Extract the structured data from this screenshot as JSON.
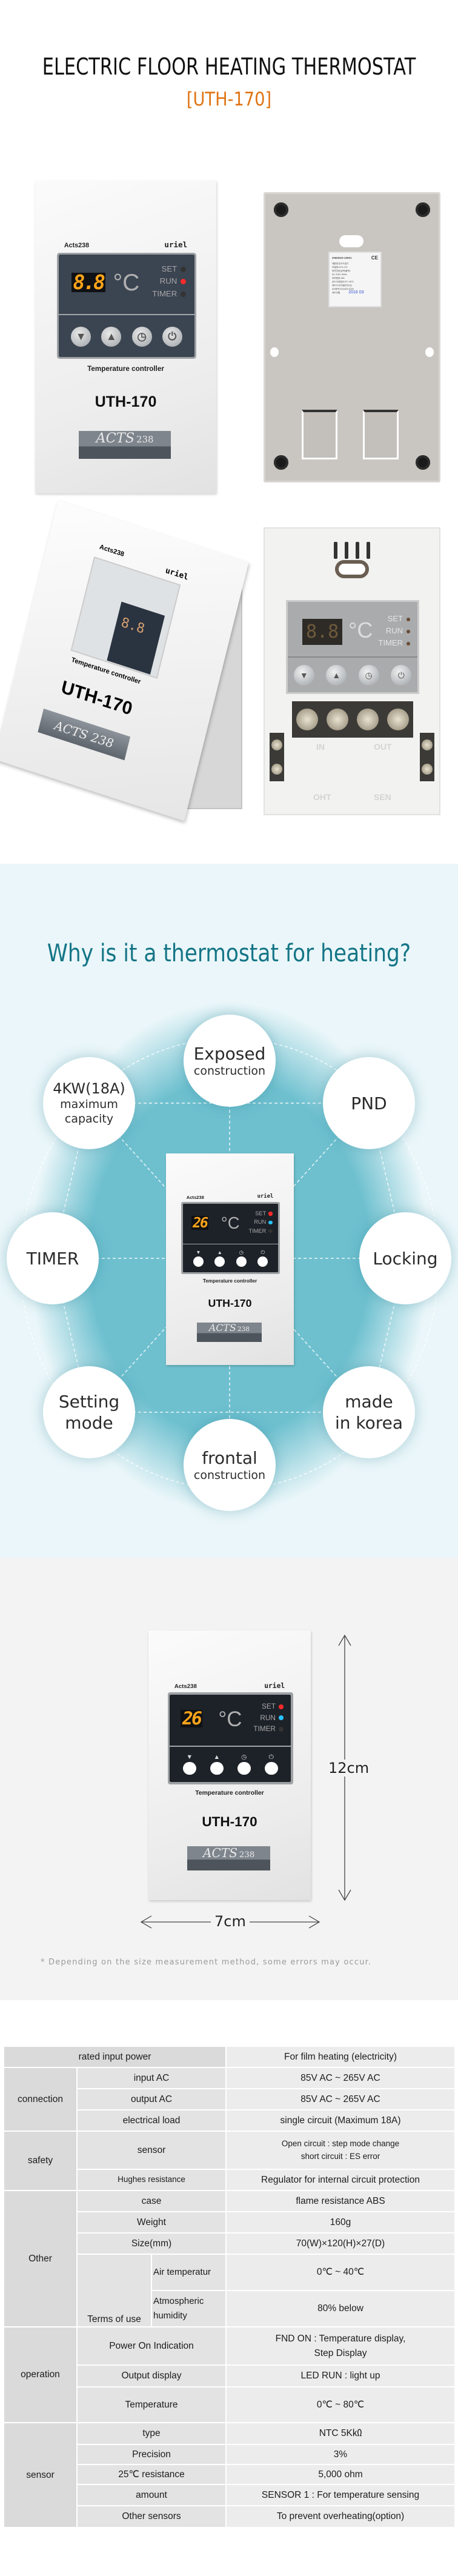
{
  "header": {
    "title": "ELECTRIC FLOOR HEATING THERMOSTAT",
    "subtitle": "[UTH-170]"
  },
  "device": {
    "brand": "Acts238",
    "logo": "uriel",
    "temp_reading": "26",
    "photo_reading": "8.8",
    "unit": "°C",
    "led_set": "SET",
    "led_run": "RUN",
    "led_timer": "TIMER",
    "caption": "Temperature controller",
    "model": "UTH-170",
    "badge_text": "ACTS",
    "badge_num": "238"
  },
  "back_sticker": {
    "code": "ZH02010-10001",
    "mark": "CE",
    "lines": [
      "제품명:온도조절기",
      "모델명:UTH-170",
      "정격전압(입력/출력):",
      "AC 220V~60Hz",
      "부하용량:18A",
      "온도조절범위:0℃~80℃",
      "제조자:우리엘전자(주)",
      "A/S문의:031)922-9229"
    ],
    "date_label": "제조년월",
    "date": "2016 03"
  },
  "module_labels": {
    "in": "IN",
    "out": "OUT",
    "oht": "OHT",
    "sen": "SEN"
  },
  "features": {
    "title": "Why is it a thermostat for heating?",
    "items": [
      {
        "l1": "Exposed",
        "l2": "construction"
      },
      {
        "l1": "4KW(18A)",
        "l2": "maximum",
        "l3": "capacity"
      },
      {
        "l1": "PND"
      },
      {
        "l1": "TIMER"
      },
      {
        "l1": "Locking"
      },
      {
        "l1": "Setting",
        "l2": "mode"
      },
      {
        "l1": "made",
        "l2": "in korea"
      },
      {
        "l1": "frontal",
        "l2": "construction"
      }
    ]
  },
  "dimension": {
    "height": "12cm",
    "width": "7cm",
    "note": "* Depending on the size measurement method, some errors may occur."
  },
  "spec": {
    "rated": {
      "label": "rated input power",
      "value": "For film heating (electricity)"
    },
    "connection": {
      "label": "connection",
      "rows": [
        {
          "item": "input AC",
          "value": "85V AC ~ 265V AC"
        },
        {
          "item": "output AC",
          "value": "85V AC ~ 265V AC"
        },
        {
          "item": "electrical load",
          "value": "single circuit (Maximum 18A)"
        }
      ]
    },
    "safety": {
      "label": "safety",
      "rows": [
        {
          "item": "sensor",
          "value": "Open circuit : step mode change",
          "value2": "short circuit : ES error"
        },
        {
          "item": "Hughes resistance",
          "value": "Regulator for internal circuit protection"
        }
      ]
    },
    "other": {
      "label": "Other",
      "rows": [
        {
          "item": "case",
          "value": "flame resistance ABS"
        },
        {
          "item": "Weight",
          "value": "160g"
        },
        {
          "item": "Size(mm)",
          "value": "70(W)×120(H)×27(D)"
        }
      ],
      "terms": {
        "label": "Terms of use",
        "rows": [
          {
            "item": "Air temperatur",
            "value": "0℃ ~ 40℃"
          },
          {
            "item": "Atmospheric humidity",
            "value": "80% below"
          }
        ]
      }
    },
    "operation": {
      "label": "operation",
      "rows": [
        {
          "item": "Power On Indication",
          "value": "FND ON : Temperature display,",
          "value2": "Step Display"
        },
        {
          "item": "Output display",
          "value": "LED RUN : light up"
        },
        {
          "item": "Temperature",
          "value": "0℃ ~ 80℃"
        }
      ]
    },
    "sensor": {
      "label": "sensor",
      "rows": [
        {
          "item": "type",
          "value": "NTC 5K㏀"
        },
        {
          "item": "Precision",
          "value": "3%"
        },
        {
          "item": "25℃ resistance",
          "value": "5,000 ohm"
        },
        {
          "item": "amount",
          "value": "SENSOR 1 : For temperature sensing"
        },
        {
          "item": "Other sensors",
          "value": "To prevent overheating(option)"
        }
      ]
    }
  }
}
